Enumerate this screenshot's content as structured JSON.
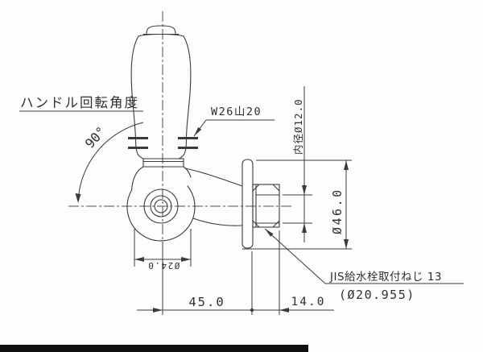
{
  "labels": {
    "handle_rotation": "ハンドル回転角度",
    "angle": "90°",
    "handle_thread": "W26山20",
    "inner_diameter": "内径Ø12.0",
    "flange_diameter": "Ø46.0",
    "outlet_diameter": "Ø24.0",
    "dim_body_to_wall": "45.0",
    "dim_thread_length": "14.0",
    "jis_thread": "JIS給水栓取付ねじ 13",
    "jis_thread_dia": "(Ø20.955)"
  },
  "colors": {
    "line": "#3b3b3b",
    "text": "#2f2f2f",
    "background": "#fdfdfd",
    "footer_bar": "#101010"
  }
}
